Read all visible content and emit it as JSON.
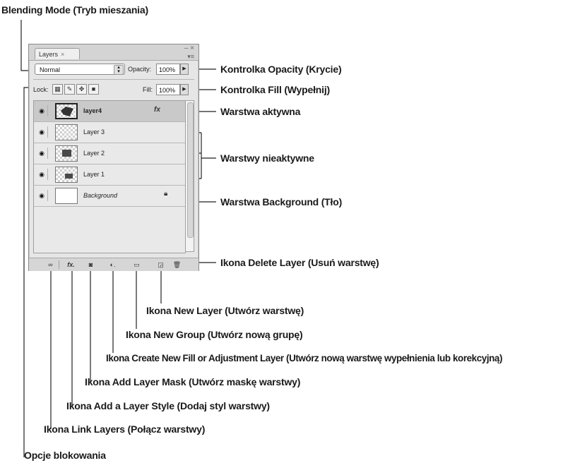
{
  "callouts": {
    "blending_mode": "Blending Mode (Tryb mieszania)",
    "opacity": "Kontrolka Opacity (Krycie)",
    "fill": "Kontrolka Fill (Wypełnij)",
    "active_layer": "Warstwa aktywna",
    "inactive_layers": "Warstwy nieaktywne",
    "background_layer": "Warstwa Background (Tło)",
    "delete_layer": "Ikona Delete Layer (Usuń warstwę)",
    "new_layer": "Ikona New Layer (Utwórz warstwę)",
    "new_group": "Ikona New Group (Utwórz nową grupę)",
    "fill_adjustment": "Ikona Create New Fill or Adjustment Layer (Utwórz nową warstwę wypełnienia lub korekcyjną)",
    "layer_mask": "Ikona Add Layer Mask (Utwórz maskę warstwy)",
    "layer_style": "Ikona Add a Layer Style (Dodaj styl warstwy)",
    "link_layers": "Ikona Link Layers (Połącz warstwy)",
    "lock_options": "Opcje blokowania"
  },
  "panel": {
    "tab_label": "Layers",
    "tab_close": "×",
    "blend_mode": "Normal",
    "opacity_label": "Opacity:",
    "opacity_value": "100%",
    "lock_label": "Lock:",
    "fill_label": "Fill:",
    "fill_value": "100%",
    "layers": [
      {
        "name": "layer4",
        "active": true,
        "fx": "fx"
      },
      {
        "name": "Layer 3"
      },
      {
        "name": "Layer 2"
      },
      {
        "name": "Layer 1"
      },
      {
        "name": "Background"
      }
    ]
  },
  "icons": {
    "eye": "eye-icon",
    "link": "link-icon",
    "fx": "fx-icon",
    "mask": "layer-mask-icon",
    "adjustment": "adjustment-layer-icon",
    "group": "folder-icon",
    "new_layer": "new-layer-icon",
    "trash": "trash-icon",
    "lock": "padlock-icon"
  },
  "colors": {
    "panel_bg": "#e6e6e6",
    "active_row": "#c9c9c9",
    "text": "#1a1a1a"
  }
}
